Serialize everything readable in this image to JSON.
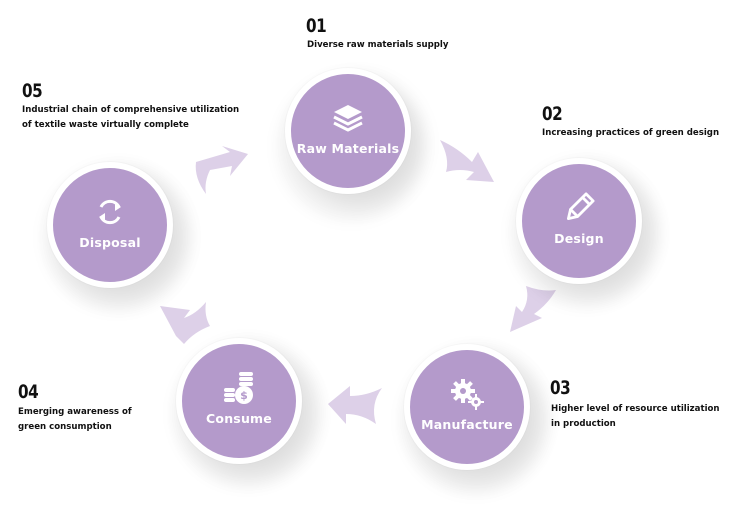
{
  "stages": [
    {
      "number": "01",
      "label": "Raw Materials",
      "icon": "layers-icon",
      "description": [
        "Diverse raw materials supply"
      ]
    },
    {
      "number": "02",
      "label": "Design",
      "icon": "pencil-icon",
      "description": [
        "Increasing practices of green design"
      ]
    },
    {
      "number": "03",
      "label": "Manufacture",
      "icon": "gears-icon",
      "description": [
        "Higher level of resource utilization",
        "in production"
      ]
    },
    {
      "number": "04",
      "label": "Consume",
      "icon": "coins-icon",
      "description": [
        "Emerging awareness of",
        "green consumption"
      ]
    },
    {
      "number": "05",
      "label": "Disposal",
      "icon": "recycle-icon",
      "description": [
        "Industrial chain of comprehensive utilization",
        "of textile waste virtually complete"
      ]
    }
  ],
  "colors": {
    "node_fill": "#b49acb",
    "arrow": "#ddd0e8",
    "text": "#111111"
  }
}
